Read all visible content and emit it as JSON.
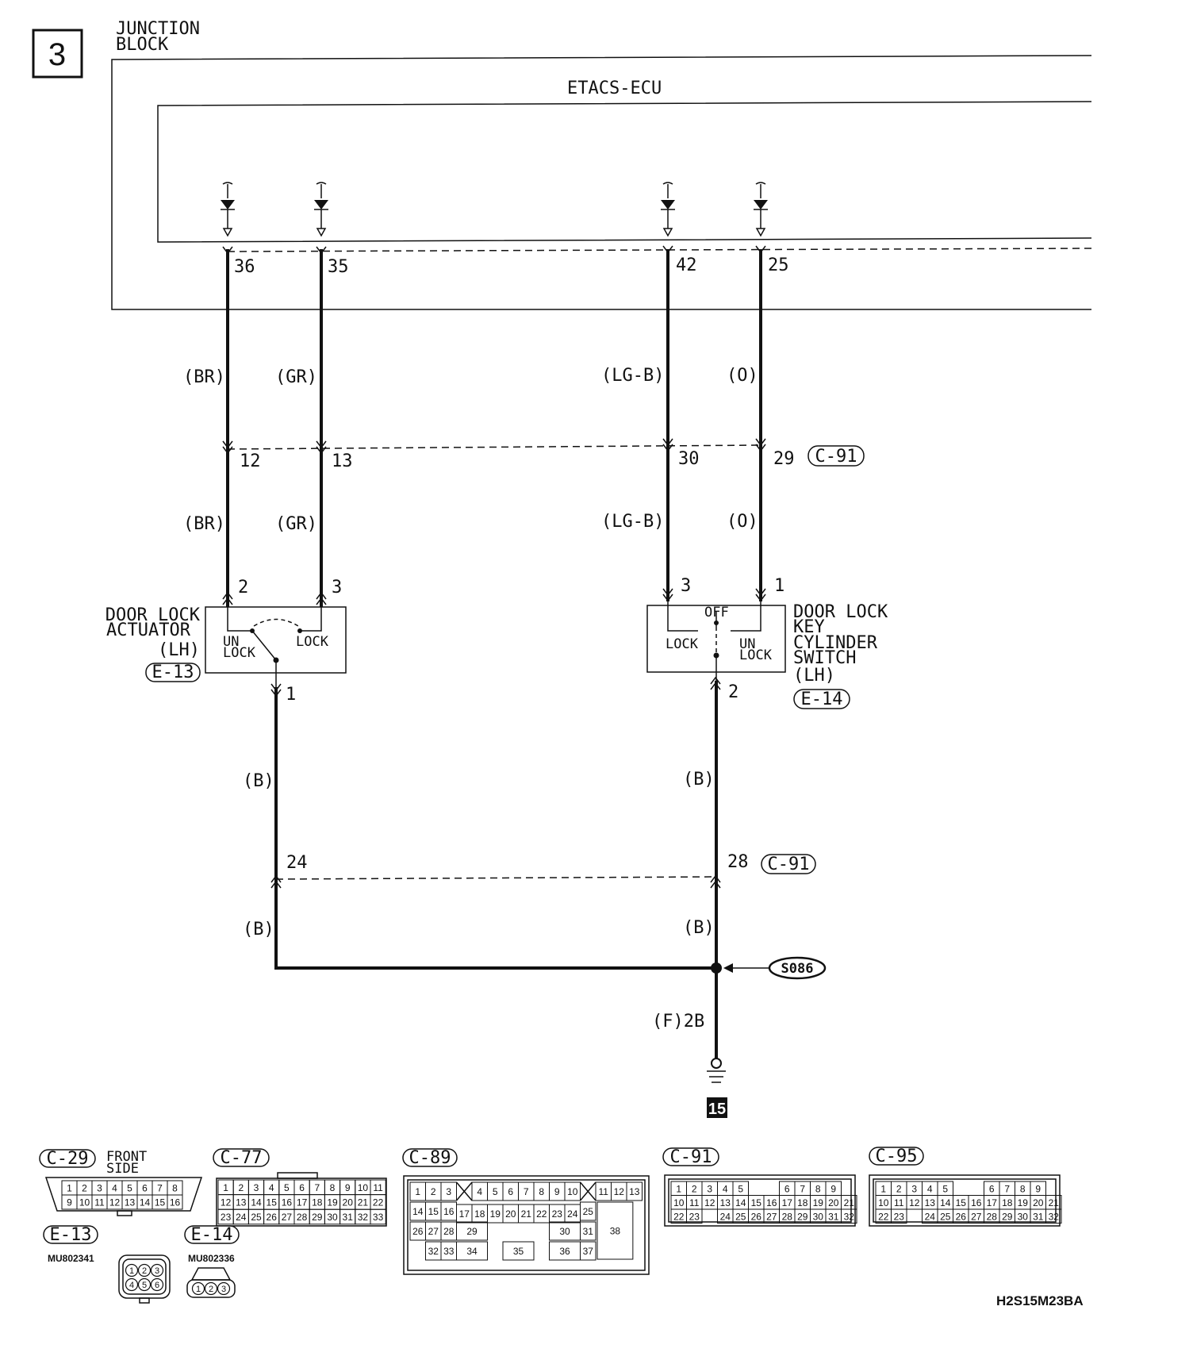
{
  "page_number": "3",
  "junction_block_label": [
    "JUNCTION",
    "BLOCK"
  ],
  "ecu_label": "ETACS-ECU",
  "ecu_terminals": [
    "36",
    "35",
    "42",
    "25"
  ],
  "wire_colors_upper": [
    "(BR)",
    "(GR)",
    "(LG-B)",
    "(O)"
  ],
  "mid_connector_pins": [
    "12",
    "13",
    "30",
    "29"
  ],
  "mid_connector_id": "C-91",
  "wire_colors_lower": [
    "(BR)",
    "(GR)",
    "(LG-B)",
    "(O)"
  ],
  "actuator": {
    "label": [
      "DOOR LOCK",
      "ACTUATOR",
      "(LH)"
    ],
    "connector": "E-13",
    "pins": [
      "2",
      "3",
      "1"
    ],
    "unlock_label": [
      "UN",
      "LOCK"
    ],
    "lock_label": "LOCK"
  },
  "key_switch": {
    "label": [
      "DOOR LOCK",
      "KEY",
      "CYLINDER",
      "SWITCH",
      "(LH)"
    ],
    "connector": "E-14",
    "pins": [
      "3",
      "1",
      "2"
    ],
    "off_label": "OFF",
    "lock_label": "LOCK",
    "unlock_label": [
      "UN",
      "LOCK"
    ]
  },
  "ground_wire_color": "(B)",
  "ground_connector_pins": [
    "24",
    "28"
  ],
  "ground_connector_id": "C-91",
  "splice_label": "S086",
  "ground_wire_label": "(F)2B",
  "ground_point": "15",
  "connector_views": {
    "c29": {
      "id": "C-29",
      "note": [
        "FRONT",
        "SIDE"
      ],
      "rows": [
        [
          "1",
          "2",
          "3",
          "4",
          "5",
          "6",
          "7",
          "8"
        ],
        [
          "9",
          "10",
          "11",
          "12",
          "13",
          "14",
          "15",
          "16"
        ]
      ]
    },
    "c77": {
      "id": "C-77",
      "rows": [
        [
          "1",
          "2",
          "3",
          "4",
          "5",
          "6",
          "7",
          "8",
          "9",
          "10",
          "11"
        ],
        [
          "12",
          "13",
          "14",
          "15",
          "16",
          "17",
          "18",
          "19",
          "20",
          "21",
          "22"
        ],
        [
          "23",
          "24",
          "25",
          "26",
          "27",
          "28",
          "29",
          "30",
          "31",
          "32",
          "33"
        ]
      ]
    },
    "c89": {
      "id": "C-89",
      "pins": [
        "1",
        "2",
        "3",
        "4",
        "5",
        "6",
        "7",
        "8",
        "9",
        "10",
        "11",
        "12",
        "13",
        "14",
        "15",
        "16",
        "17",
        "18",
        "19",
        "20",
        "21",
        "22",
        "23",
        "24",
        "25",
        "26",
        "27",
        "28",
        "29",
        "30",
        "31",
        "32",
        "33",
        "34",
        "35",
        "36",
        "37",
        "38"
      ]
    },
    "c91": {
      "id": "C-91",
      "rows": [
        [
          "1",
          "2",
          "3",
          "4",
          "5",
          "",
          "",
          "6",
          "7",
          "8",
          "9"
        ],
        [
          "10",
          "11",
          "12",
          "13",
          "14",
          "15",
          "16",
          "17",
          "18",
          "19",
          "20",
          "21"
        ],
        [
          "22",
          "23",
          "",
          "24",
          "25",
          "26",
          "27",
          "28",
          "29",
          "30",
          "31",
          "32"
        ]
      ]
    },
    "c95": {
      "id": "C-95",
      "rows": [
        [
          "1",
          "2",
          "3",
          "4",
          "5",
          "",
          "",
          "6",
          "7",
          "8",
          "9"
        ],
        [
          "10",
          "11",
          "12",
          "13",
          "14",
          "15",
          "16",
          "17",
          "18",
          "19",
          "20",
          "21"
        ],
        [
          "22",
          "23",
          "",
          "24",
          "25",
          "26",
          "27",
          "28",
          "29",
          "30",
          "31",
          "32"
        ]
      ]
    },
    "e13": {
      "id": "E-13",
      "part_no": "MU802341",
      "pins": [
        "1",
        "2",
        "3",
        "4",
        "5",
        "6"
      ]
    },
    "e14": {
      "id": "E-14",
      "part_no": "MU802336",
      "pins": [
        "1",
        "2",
        "3"
      ]
    }
  },
  "diagram_code": "H2S15M23BA"
}
